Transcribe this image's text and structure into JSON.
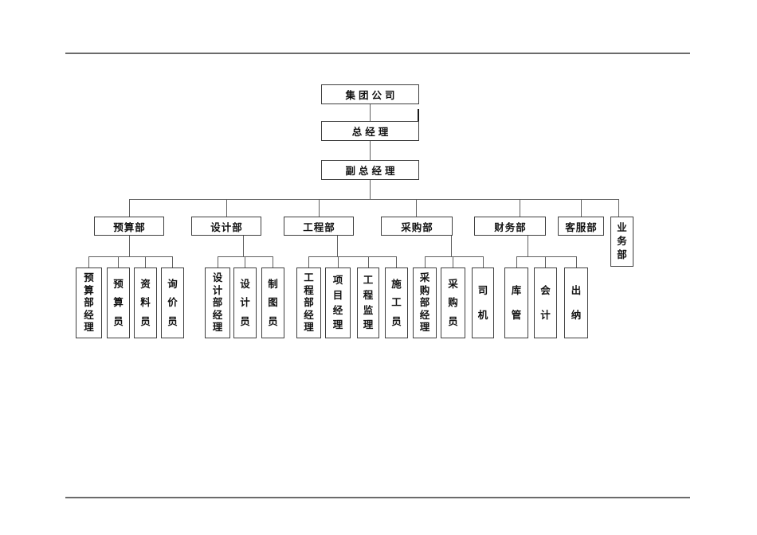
{
  "chart": {
    "root": {
      "label": "集团公司"
    },
    "gm": {
      "label": "总经理"
    },
    "dgm": {
      "label": "副总经理"
    },
    "departments": [
      {
        "label": "预算部",
        "children": [
          "预算部经理",
          "预算员",
          "资料员",
          "询价员"
        ]
      },
      {
        "label": "设计部",
        "children": [
          "设计部经理",
          "设计员",
          "制图员"
        ]
      },
      {
        "label": "工程部",
        "children": [
          "工程部经理",
          "项目经理",
          "工程监理",
          "施工员"
        ]
      },
      {
        "label": "采购部",
        "children": [
          "采购部经理",
          "采购员",
          "司机"
        ]
      },
      {
        "label": "财务部",
        "children": [
          "库管",
          "会计",
          "出纳"
        ]
      },
      {
        "label": "客服部",
        "children": []
      },
      {
        "label": "业务部",
        "children": []
      }
    ]
  }
}
